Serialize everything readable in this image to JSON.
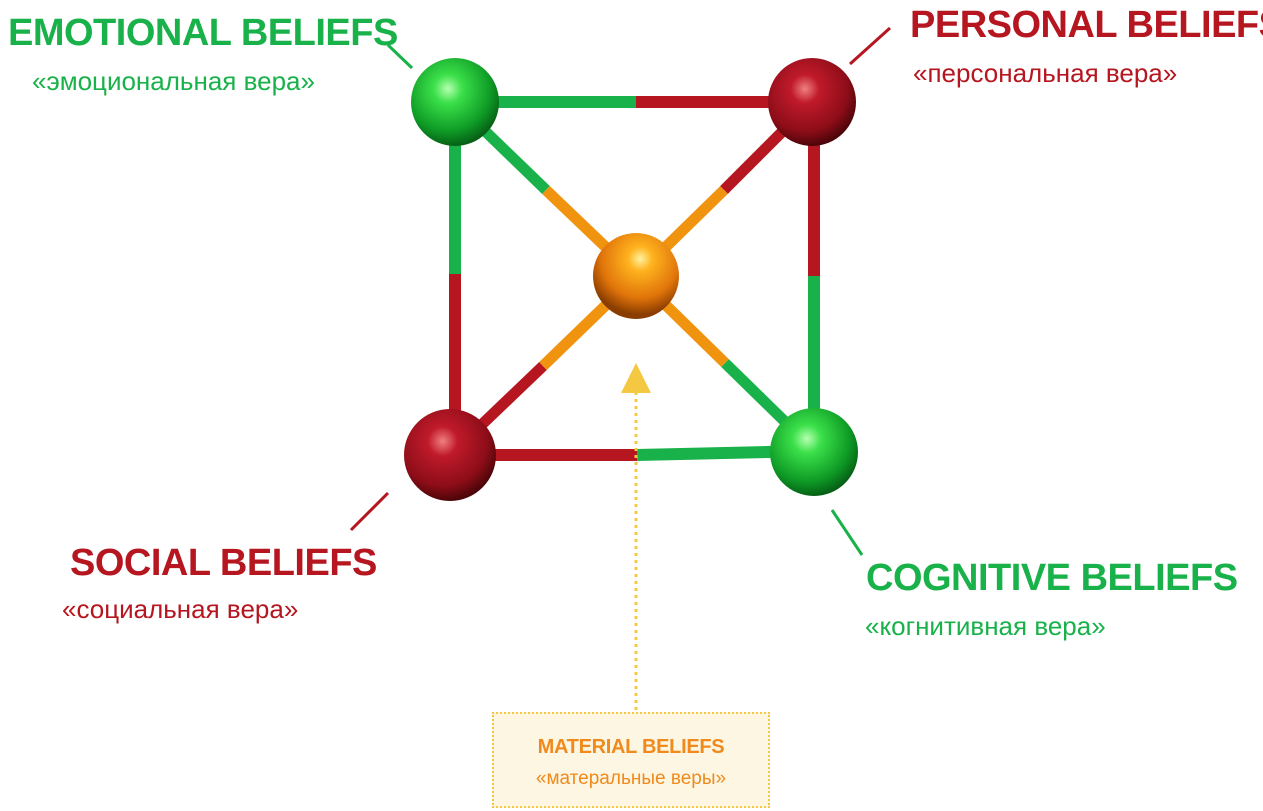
{
  "nodes": {
    "emotional": {
      "title": "EMOTIONAL BELIEFS",
      "subtitle": "«эмоциональная вера»",
      "color": "#19b24a"
    },
    "personal": {
      "title": "PERSONAL BELIEFS",
      "subtitle": "«персональная вера»",
      "color": "#b5161f"
    },
    "social": {
      "title": "SOCIAL BELIEFS",
      "subtitle": "«социальная вера»",
      "color": "#b5161f"
    },
    "cognitive": {
      "title": "COGNITIVE BELIEFS",
      "subtitle": "«когнитивная вера»",
      "color": "#19b24a"
    },
    "material": {
      "title": "MATERIAL BELIEFS",
      "subtitle": "«матеральные веры»",
      "color": "#f08a1c"
    }
  },
  "colors": {
    "green": "#19b24a",
    "red": "#b5161f",
    "orange": "#f08a1c",
    "arrow": "#f5c842"
  }
}
